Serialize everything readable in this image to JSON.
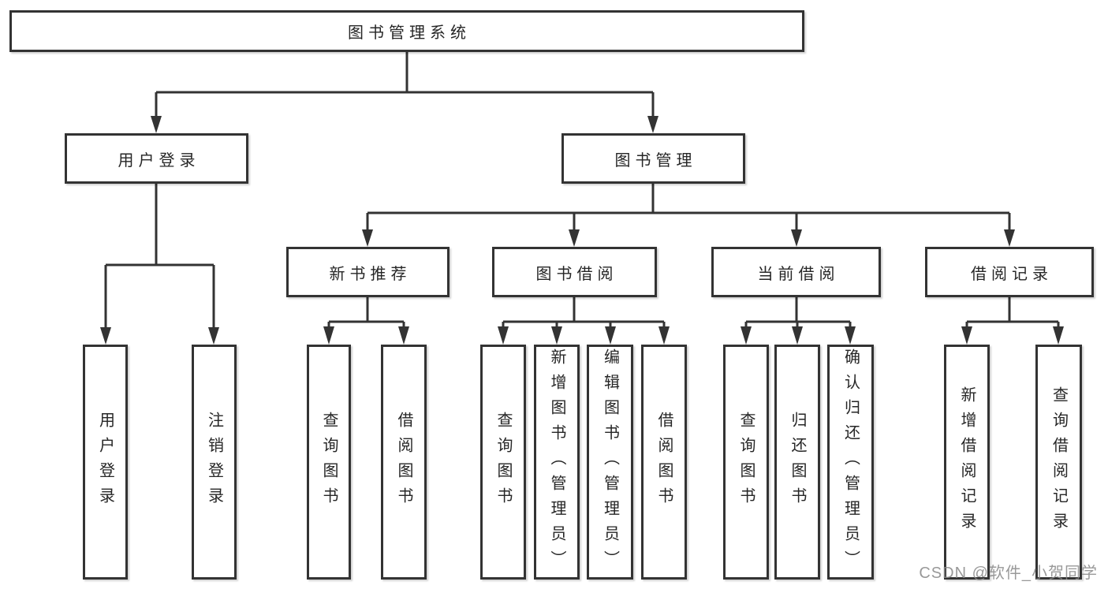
{
  "diagram": {
    "type": "hierarchy-diagram",
    "colors": {
      "line": "#333333",
      "box_border": "#333333",
      "box_fill": "#ffffff",
      "text": "#262626",
      "watermark": "#878787",
      "background": "#ffffff"
    },
    "tree": {
      "root": {
        "label": "图书管理系统"
      },
      "children": [
        {
          "label": "用户登录",
          "children": [
            {
              "label": "用户登录"
            },
            {
              "label": "注销登录"
            }
          ]
        },
        {
          "label": "图书管理",
          "children": [
            {
              "label": "新书推荐",
              "children": [
                {
                  "label": "查询图书"
                },
                {
                  "label": "借阅图书"
                }
              ]
            },
            {
              "label": "图书借阅",
              "children": [
                {
                  "label": "查询图书"
                },
                {
                  "label": "新增图书（管理员）"
                },
                {
                  "label": "编辑图书（管理员）"
                },
                {
                  "label": "借阅图书"
                }
              ]
            },
            {
              "label": "当前借阅",
              "children": [
                {
                  "label": "查询图书"
                },
                {
                  "label": "归还图书"
                },
                {
                  "label": "确认归还（管理员）"
                }
              ]
            },
            {
              "label": "借阅记录",
              "children": [
                {
                  "label": "新增借阅记录"
                },
                {
                  "label": "查询借阅记录"
                }
              ]
            }
          ]
        }
      ]
    },
    "watermark": {
      "text": "CSDN @软件_小贺同学"
    }
  }
}
